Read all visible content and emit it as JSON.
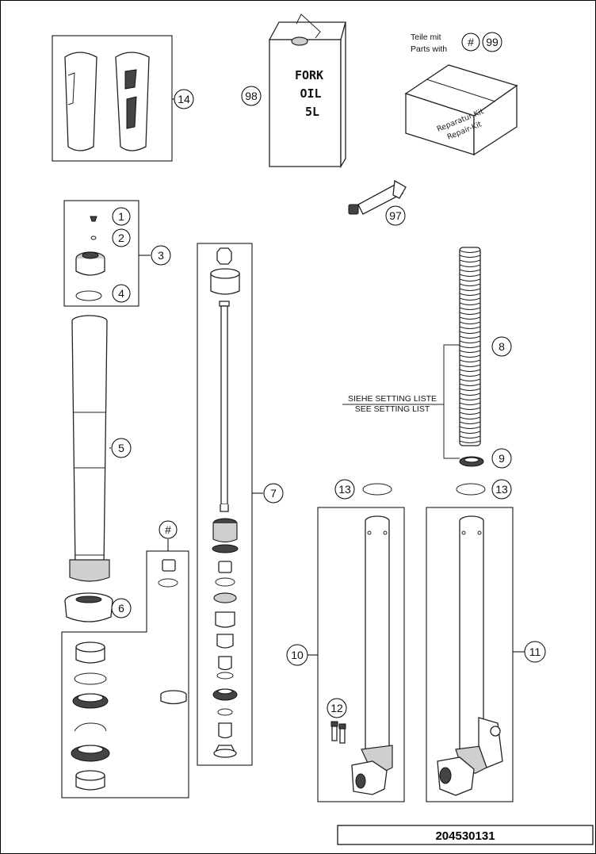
{
  "callouts": {
    "c1": "1",
    "c2": "2",
    "c3": "3",
    "c4": "4",
    "c5": "5",
    "c6": "6",
    "c7": "7",
    "c8": "8",
    "c9": "9",
    "c10": "10",
    "c11": "11",
    "c12": "12",
    "c13a": "13",
    "c13b": "13",
    "c14": "14",
    "c97": "97",
    "c98": "98",
    "c99": "99",
    "hash_top": "#",
    "hash_group": "#"
  },
  "parts_note": {
    "line1": "Teile mit",
    "line2": "Parts with"
  },
  "oil_can": {
    "line1": "FORK",
    "line2": "OIL",
    "line3": "5L"
  },
  "repair_kit": {
    "line1": "Reparatur-Kit",
    "line2": "Repair-Kit"
  },
  "setting_note": {
    "german": "SIEHE SETTING LISTE",
    "english": "SEE SETTING LIST"
  },
  "document_number": "204530131",
  "colors": {
    "line": "#000000",
    "part_fill": "#ffffff",
    "shade": "#cfcfcf",
    "dark": "#444444"
  }
}
